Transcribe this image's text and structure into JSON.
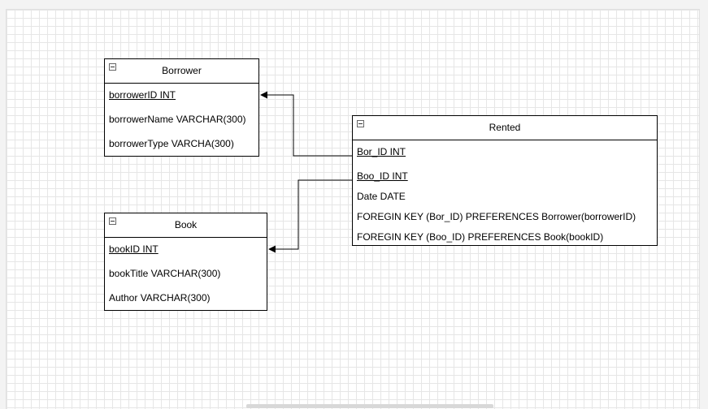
{
  "tables": {
    "borrower": {
      "title": "Borrower",
      "rows": [
        "borrowerID INT",
        "borrowerName VARCHAR(300)",
        "borrowerType VARCHA(300)"
      ]
    },
    "book": {
      "title": "Book",
      "rows": [
        "bookID INT",
        "bookTitle VARCHAR(300)",
        "Author VARCHAR(300)"
      ]
    },
    "rented": {
      "title": "Rented",
      "rows": [
        "Bor_ID INT",
        "Boo_ID INT",
        "Date DATE",
        "FOREGIN KEY  (Bor_ID) PREFERENCES Borrower(borrowerID)",
        "FOREGIN KEY  (Boo_ID) PREFERENCES Book(bookID)"
      ]
    }
  },
  "colors": {
    "grid": "#e6e6e6",
    "line": "#000000",
    "canvas": "#ffffff"
  },
  "icons": {
    "collapse": "minus-square-icon",
    "arrow": "filled-arrowhead"
  }
}
